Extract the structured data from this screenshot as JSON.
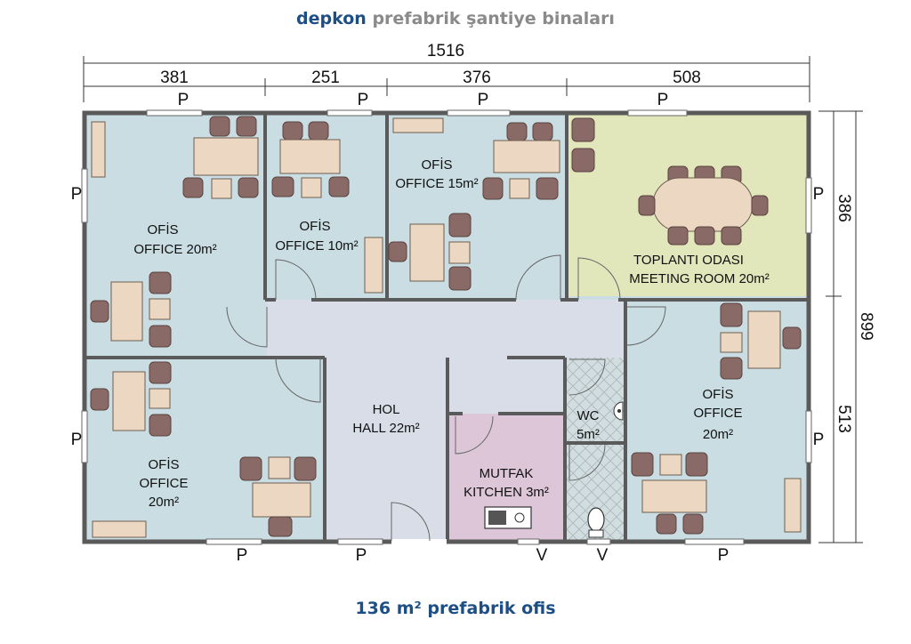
{
  "header": {
    "brand": "depkon",
    "subtitle": "prefabrik şantiye binaları"
  },
  "caption": "136 m² prefabrik ofis",
  "dimensions": {
    "total_width": "1516",
    "widths": [
      "381",
      "251",
      "376",
      "508"
    ],
    "total_height": "899",
    "heights": [
      "386",
      "513"
    ]
  },
  "rooms": {
    "office1": {
      "line1": "OFİS",
      "line2": "OFFICE 20m²"
    },
    "office2": {
      "line1": "OFİS",
      "line2": "OFFICE 10m²"
    },
    "office3": {
      "line1": "OFİS",
      "line2": "OFFICE 15m²"
    },
    "meeting": {
      "line1": "TOPLANTI ODASI",
      "line2": "MEETING ROOM 20m²"
    },
    "office4": {
      "line1": "OFİS",
      "line2": "OFFICE",
      "line3": "20m²"
    },
    "hall": {
      "line1": "HOL",
      "line2": "HALL 22m²"
    },
    "kitchen": {
      "line1": "MUTFAK",
      "line2": "KITCHEN 3m²"
    },
    "wc": {
      "line1": "WC",
      "line2": "5m²"
    },
    "office5": {
      "line1": "OFİS",
      "line2": "OFFICE",
      "line3": "20m²"
    }
  },
  "markers": {
    "panel": "P",
    "vent": "V"
  },
  "colors": {
    "office": "#c9dde2",
    "meeting": "#e2e6bb",
    "hall": "#d9dde8",
    "kitchen": "#ddc6d8",
    "wc_tile": "#d2dde0",
    "wall": "#5a5a5a",
    "brand": "#1d4f86"
  }
}
